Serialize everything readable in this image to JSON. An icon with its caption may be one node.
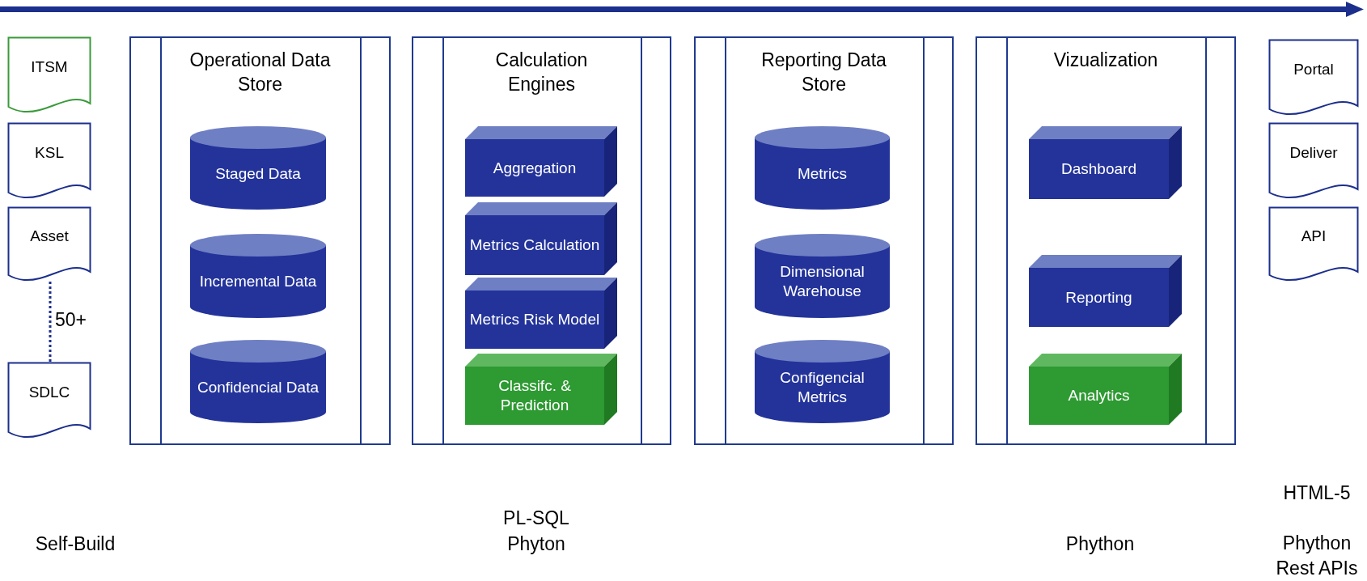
{
  "diagram": {
    "nodes": [
      {
        "text": [
          "ITSM"
        ]
      },
      {
        "text": [
          "KSL"
        ]
      },
      {
        "text": [
          "Asset"
        ]
      },
      {
        "text": [
          "SDLC"
        ]
      },
      {
        "text": [
          "Operational Data Store"
        ]
      },
      {
        "text": [
          "Staged Data"
        ],
        "in": 4
      },
      {
        "text": [
          "Incremental Data"
        ],
        "in": 4
      },
      {
        "text": [
          "Confidencial Data"
        ],
        "in": 4
      },
      {
        "text": [
          "Calculation Engines"
        ]
      },
      {
        "text": [
          "Aggregation"
        ],
        "in": 8
      },
      {
        "text": [
          "Metrics Calculation"
        ],
        "in": 8
      },
      {
        "text": [
          "Metrics Risk Model"
        ],
        "in": 8
      },
      {
        "text": [
          "Classifc. & Prediction"
        ],
        "in": 8
      },
      {
        "text": [
          "Reporting Data Store"
        ]
      },
      {
        "text": [
          "Metrics"
        ],
        "in": 13
      },
      {
        "text": [
          "Dimensional Warehouse"
        ],
        "in": 13
      },
      {
        "text": [
          "Configencial Metrics"
        ],
        "in": 13
      },
      {
        "text": [
          "Vizualization"
        ]
      },
      {
        "text": [
          "Dashboard"
        ],
        "in": 17
      },
      {
        "text": [
          "Reporting"
        ],
        "in": 17
      },
      {
        "text": [
          "Analytics"
        ],
        "in": 17
      },
      {
        "text": [
          "Portal"
        ]
      },
      {
        "text": [
          "Deliver"
        ]
      },
      {
        "text": [
          "API"
        ]
      }
    ],
    "edges": [
      {
        "from": 2,
        "to": 3,
        "arrow": "none",
        "label": "50+",
        "style": "dashed"
      }
    ],
    "labels": [
      "Self-Build",
      "PL-SQL",
      "Phyton",
      "Phython",
      "HTML-5",
      "Phython",
      "Rest APIs"
    ]
  }
}
